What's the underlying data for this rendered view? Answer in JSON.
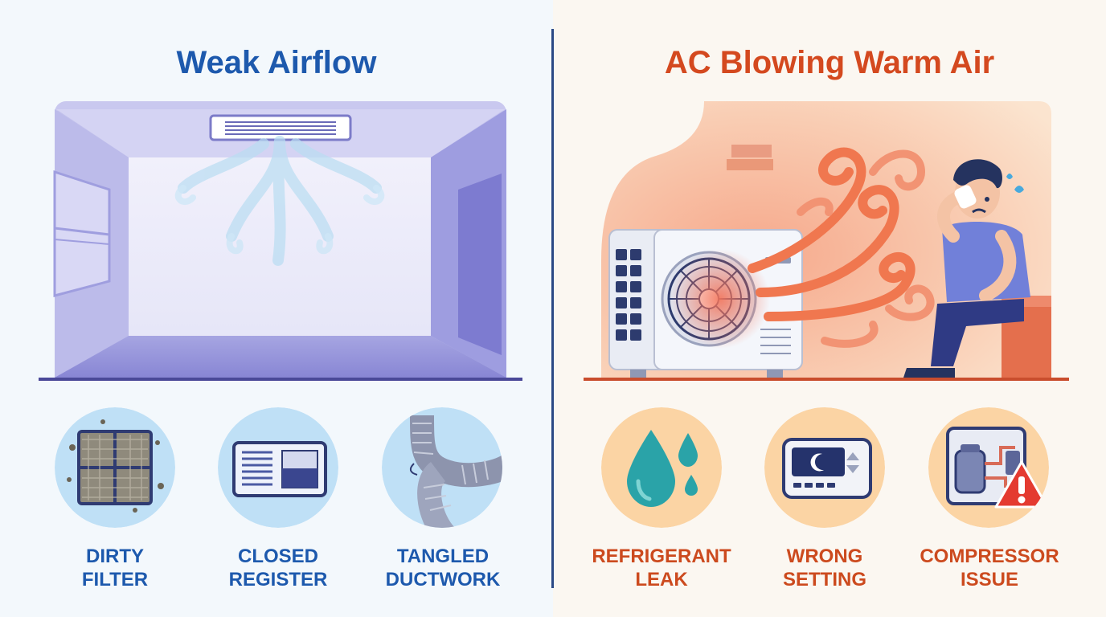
{
  "left": {
    "title": "Weak Airflow",
    "causes": [
      {
        "icon": "dirty-filter-icon",
        "line1": "DIRTY",
        "line2": "FILTER"
      },
      {
        "icon": "closed-register-icon",
        "line1": "CLOSED",
        "line2": "REGISTER"
      },
      {
        "icon": "tangled-ductwork-icon",
        "line1": "TANGLED",
        "line2": "DUCTWORK"
      }
    ]
  },
  "right": {
    "title": "AC Blowing Warm Air",
    "causes": [
      {
        "icon": "refrigerant-leak-icon",
        "line1": "REFRIGERANT",
        "line2": "LEAK"
      },
      {
        "icon": "wrong-setting-icon",
        "line1": "WRONG",
        "line2": "SETTING"
      },
      {
        "icon": "compressor-issue-icon",
        "line1": "COMPRESSOR",
        "line2": "ISSUE"
      }
    ]
  },
  "colors": {
    "blue_accent": "#1d59ad",
    "orange_accent": "#d4491f",
    "divider": "#2b4a86",
    "left_background": "#f3f8fc",
    "right_background": "#fbf7f1"
  }
}
